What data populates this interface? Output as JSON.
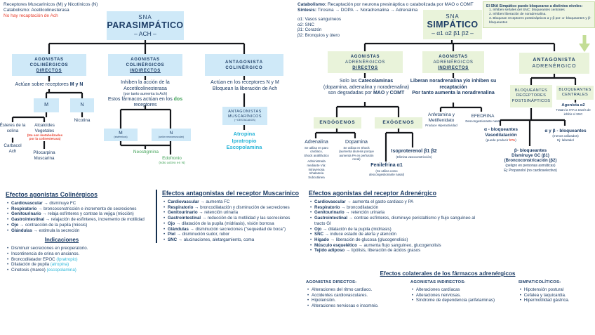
{
  "para": {
    "note1": "Receptores Muscarínicos (M) y Nicotínicos (N)",
    "note2": "Catabolismo: Acetilcolinesterasa",
    "note3": "No hay recaptación de Ach",
    "root": {
      "pre": "SNA",
      "title": "PARASIMPÁTICO",
      "sub": "– ACH –"
    },
    "branch_direct": [
      "AGONISTAS",
      "COLINÉRGICOS",
      "DIRECTOS"
    ],
    "branch_indirect": [
      "AGONISTAS",
      "COLINÉRGICOS",
      "INDIRECTOS"
    ],
    "branch_antagonist": [
      "ANTAGONISTA",
      "COLINÉRGICO"
    ],
    "direct": {
      "intro_pre": "Actúan sobre receptores ",
      "intro_bold": "M y N",
      "m": "M",
      "n": "N",
      "nicotina": "Nicotina",
      "esteres": "Ésteres de la\ncolina",
      "carbacol": "Carbacol\nAch",
      "alcaloides": "Alcaloides\nVegetales",
      "alcaloides_note": "(No son metabolizados\npor la colinesterasa)",
      "pilocarpina": "Pilocarpina\nMuscarina"
    },
    "indirect": {
      "intro1": "Inhiben la acción de la\nAccetilcolinesterasa",
      "intro2": "(por tanto aumenta la Ach)",
      "intro3_pre": "Estos fármacos actúan en los ",
      "intro3_word": "dos",
      "intro3_line2": "receptores",
      "m": "M",
      "m_sub": "(sistémicos)",
      "n": "N",
      "n_sub": "(unión neuromuscular)",
      "neostigmina": "Neostigmina",
      "edofronio": "Edofronio",
      "edofronio_sub": "(solo activo en N)"
    },
    "antagonist": {
      "intro": "Actúan en los receptores N y M\nBloquean la liberación de Ach",
      "box1": "ANTAGONISTAS",
      "box2": "MUSCARÍNICOS",
      "box_sub": "(+ DESTACADOS)",
      "drugs": "Atropina\nIpratropio\nEscopolamina"
    }
  },
  "simp": {
    "cat_lead": "Catabolismo:",
    "cat_rest": " Recaptación por neurona presináptica o catabolizada por MAO o COMT",
    "sin_lead": "Síntesis:",
    "sin_rest": " Tirosina → DOPA → Noradrenalina → Adrenalina",
    "receptors": [
      "α1: Vasos sanguíneos",
      "α2: SNC",
      "β1: Corazón",
      "β2: Bronquios y útero"
    ],
    "root": {
      "pre": "SNA",
      "title": "SIMPÁTICO",
      "sub": "– α1 α2 β1 β2 –"
    },
    "note": {
      "title": "El SNA Simpático puede bloquearse a distintos niveles:",
      "items": [
        "1. Inhiben señales del SNC: bloqueantes centrales",
        "2. Inhiben liberación de noradrenalina.",
        "3. Bloquean receptores postsinápticos α y β por: α- bloqueantes y β- bloqueantes"
      ]
    },
    "branch_direct": [
      "AGONISTAS",
      "ADRENÉRGICOS",
      "DIRECTOS"
    ],
    "branch_indirect": [
      "AGONISTAS",
      "ADRENÉRGICOS",
      "INDIRECTOS"
    ],
    "branch_antagonist": [
      "ANTAGONISTA",
      "ADRENÉRGICO"
    ],
    "direct": {
      "intro1_pre": "Solo las ",
      "intro1_bold": "Catecolaminas",
      "intro2": "(dopamina, adrenalina y noradrenalina)",
      "intro3_pre": "son degradadas por ",
      "intro3_b1": "MAO",
      "intro3_mid": " y ",
      "intro3_b2": "COMT",
      "endogenos": "ENDÓGENOS",
      "exogenos": "EXÓGENOS",
      "adrenalina": "Adrenalina",
      "adrenalina_sub1": "Se utiliza en paro\ncardiaco,\nShock anafiláctico",
      "adrenalina_sub2": "Administrada\nmediante Vía:\nIntravenosa\nInhalatoria\nSubcutánea",
      "dopamina": "Dopamina",
      "dopamina_sub": "Se utiliza en Shock\n(aumenta diuresis porque\naumenta PA en perfusión renal)",
      "isoproterenol": "Isoproterenol β1 β2",
      "isoproterenol_sub": "(Elimina vasoconstricción)",
      "fenilefrina": "Fenilefrina α1",
      "fenilefrina_sub": "(Se utiliza como\ndescongestionante nasal)"
    },
    "indirect": {
      "intro": "Liberan noradrenalina y/o inhiben su\nrecaptación\nPor tanto aumenta la noradrenalina",
      "anfetamina": "Anfetamina y\nMetilfenidato",
      "anfetamina_sub": "Produce Hiperactividad",
      "efedrina": "EFEDRINA",
      "efedrina_sub": "Descongestionante nasal"
    },
    "antagonist": {
      "box_post": "BLOQUEANTES\nRECEPTORES\nPOSTSINÁPTICOS",
      "box_central": "BLOQUEANTES\nCENTRALES",
      "central_title": "Agonista α2",
      "central_sub": "Tratan la HTA a través de\ninhibir el SNC",
      "alpha_title": "α - bloqueantes\nVasodilatación",
      "alpha_sub_pre": "(puede producir ",
      "alpha_sub_red": "hTA",
      "alpha_sub_post": ")",
      "beta_title": "β- bloqueantes",
      "beta_l2": "Disminuye GC (β1)",
      "beta_l3": "(Broncoconstricación (β2)",
      "beta_sub": "(peligro en personas asmáticas)\nEj: Propanolol (no cardioselectivo)",
      "ab_title": "α y β - bloqueantes",
      "ab_sub": "(menos utilizados)\nEj: labetalol"
    }
  },
  "sections": {
    "colinergicos": {
      "title": "Efectos agonistas Colinérgicos",
      "items": [
        {
          "lead": "Cardiovascular",
          "rest": " → disminuye FC"
        },
        {
          "lead": "Respiratorio",
          "rest": " → broncoconstricción e incremento de secreciones"
        },
        {
          "lead": "Genitourinario",
          "rest": " → relaja esfínteres y contrae la vejiga (micción)"
        },
        {
          "lead": "Gastrointestinal",
          "rest": " → relajación de esfínteres, incremento de motilidad"
        },
        {
          "lead": "Ojo",
          "rest": " → contracción de la pupila (miosis)"
        },
        {
          "lead": "Glándulas",
          "rest": " → estimula la secreción"
        }
      ],
      "ind_title": "Indicaciones",
      "ind_items": [
        {
          "text": "Disminuir secreciones en preoperatorio."
        },
        {
          "text": "Incontinencia de orina en ancianos."
        },
        {
          "text": "Broncodilatador EPOC ",
          "drug": "(Ipratropio)"
        },
        {
          "text": "Dilatación de pupila ",
          "drug": "(atropina)"
        },
        {
          "text": "Cinetosis (mareo) ",
          "drug": "(escopolamina)"
        }
      ]
    },
    "muscarinico": {
      "title": "Efectos antagonistas del receptor Muscarínico",
      "items": [
        {
          "lead": "Cardiovascular",
          "rest": " → aumenta FC"
        },
        {
          "lead": "Respiratorio",
          "rest": " → broncodilatación y disminución de secreciones"
        },
        {
          "lead": "Genitourinario",
          "rest": " → retención urinaria"
        },
        {
          "lead": "Gastrointestinal",
          "rest": " → reducción de la motilidad y las secreciones"
        },
        {
          "lead": "Ojo",
          "rest": " → dilatación de la pupila (midriasis), visión borrosa"
        },
        {
          "lead": "Glándulas",
          "rest": " → disminución secreciones (\"sequedad de boca\")"
        },
        {
          "lead": "Piel",
          "rest": " → disminución sudor, rubor"
        },
        {
          "lead": "SNC",
          "rest": " → alucinaciones, aletargamiento, coma"
        }
      ]
    },
    "adrenergico": {
      "title": "Efectos agonistas del receptor Adrenérgico",
      "items": [
        {
          "lead": "Cardiovascular",
          "rest": " → aumenta el gasto cardiaco y PA"
        },
        {
          "lead": "Respiratorio",
          "rest": " → broncodilatación"
        },
        {
          "lead": "Genitourinario",
          "rest": " → retención urinaria"
        },
        {
          "lead": "Gastrointestinal",
          "rest": " → contrae esfínteres, disminuye peristaltismo y flujo sanguíneo al tracto GI"
        },
        {
          "lead": "Ojo",
          "rest": " → dilatación de la pupila (midriasis)"
        },
        {
          "lead": "SNC",
          "rest": " → induce estado de alerta y atención"
        },
        {
          "lead": "Hígado",
          "rest": " → liberación de glucosa (glucogenolisis)"
        },
        {
          "lead": "Músculo esquelético",
          "rest": " → aumenta flujo sanguíneo, glucogenolisis"
        },
        {
          "lead": "Tejido adiposo",
          "rest": " → lipólisis, liberación de ácidos grasos"
        }
      ]
    },
    "colaterales": {
      "title": "Efectos colaterales de los fármacos adrenérgicos",
      "cols": [
        {
          "header": "AGONISTAS DIRECTOS:",
          "items": [
            "Alteraciones del ritmo cardiaco.",
            "Accidentes cardiovasculares.",
            "Hipotensión.",
            "Alteraciones nerviosas e insomnio."
          ]
        },
        {
          "header": "AGONISTAS INDIRECTOS:",
          "items": [
            "Alteraciones cardíacas",
            "Alteraciones nerviosas.",
            "Síndrome de dependencia (anfetaminas)"
          ]
        },
        {
          "header": "SIMPATICOLÍTICOS:",
          "items": [
            "Hipotensión postural",
            "Cefalea y taquicardia.",
            "Hipermotilidad gástrica."
          ]
        }
      ]
    }
  }
}
